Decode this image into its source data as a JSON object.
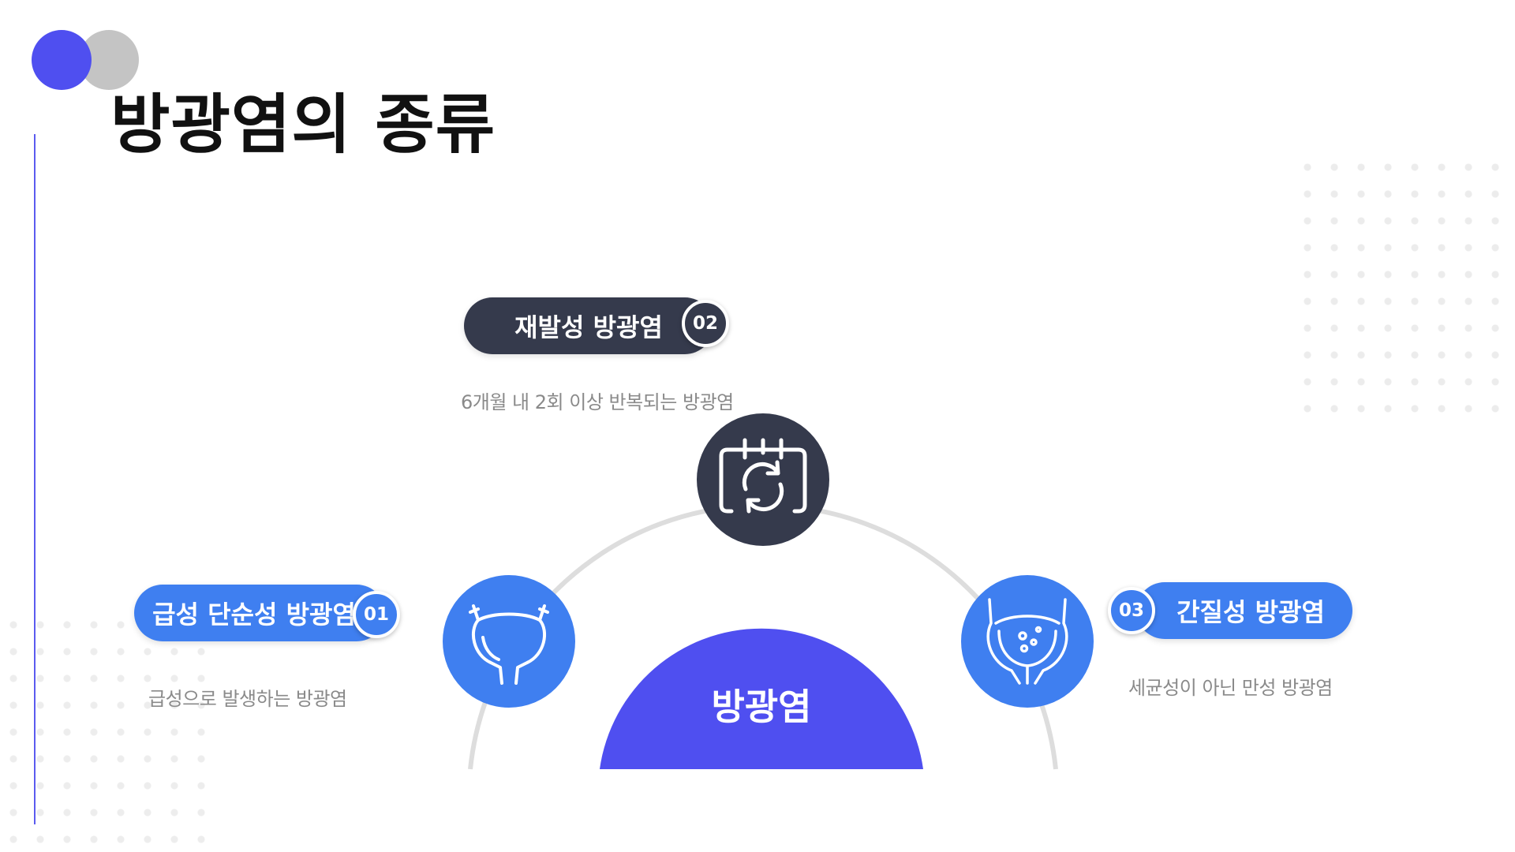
{
  "slide": {
    "title": "방광염의 종류"
  },
  "diagram": {
    "center": {
      "label": "방광염"
    },
    "items": [
      {
        "number": "01",
        "label": "급성 단순성 방광염",
        "description": "급성으로 발생하는 방광염",
        "icon": "bladder-icon"
      },
      {
        "number": "02",
        "label": "재발성 방광염",
        "description": "6개월 내 2회 이상 반복되는 방광염",
        "icon": "calendar-recurring-icon"
      },
      {
        "number": "03",
        "label": "간질성 방광염",
        "description": "세균성이 아닌 만성 방광염",
        "icon": "inflamed-bladder-icon"
      }
    ]
  },
  "colors": {
    "accent_purple": "#4f4ff0",
    "accent_blue": "#3f7ff0",
    "dark_navy": "#353a4c",
    "gray_dot": "#c4c4c4",
    "arc_gray": "#dddddd",
    "description_text": "#8a8a8a"
  }
}
